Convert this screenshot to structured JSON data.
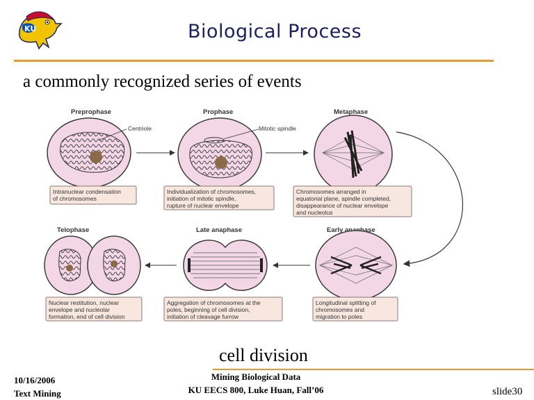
{
  "header": {
    "logo_text": "KU",
    "title": "Biological Process"
  },
  "subtitle": "a commonly recognized series of events",
  "figure": {
    "stages": [
      {
        "name": "Preprophase",
        "callout": [
          "Intranuclear condensation",
          "of chromosomes"
        ],
        "pointer": "Centriole"
      },
      {
        "name": "Prophase",
        "callout": [
          "Individualization of chromosomes,",
          "initiation of mitotic spindle,",
          "rupture of nuclear envelope"
        ],
        "pointer": "Mitotic spindle"
      },
      {
        "name": "Metaphase",
        "callout": [
          "Chromosomes arranged in",
          "equatorial plane, spindle completed,",
          "disappearance of nuclear envelope",
          "and nucleolus"
        ]
      },
      {
        "name": "Early anaphase",
        "callout": [
          "Longitudinal splitting of",
          "chromosomes and",
          "migration to poles"
        ]
      },
      {
        "name": "Late anaphase",
        "callout": [
          "Aggregation of chromosomes at the",
          "poles, beginning of cell division,",
          "initiation of cleavage furrow"
        ]
      },
      {
        "name": "Telophase",
        "callout": [
          "Nuclear restitution, nuclear",
          "envelope and nucleolar",
          "formation, end of cell division"
        ]
      }
    ],
    "colors": {
      "cell_fill": "#f3d7e6",
      "cell_stroke": "#3a3a3a",
      "callout_fill": "#f7e7de",
      "callout_stroke": "#8a7a70",
      "nucleus": "#8a6a48"
    }
  },
  "caption": "cell division",
  "footer": {
    "date": "10/16/2006",
    "course_left": "Text Mining",
    "center_line1": "Mining Biological Data",
    "center_line2": "KU EECS 800, Luke Huan, Fall’06",
    "slide": "slide30"
  },
  "theme": {
    "accent": "#e59b2c",
    "title_color": "#1b1f5c"
  }
}
